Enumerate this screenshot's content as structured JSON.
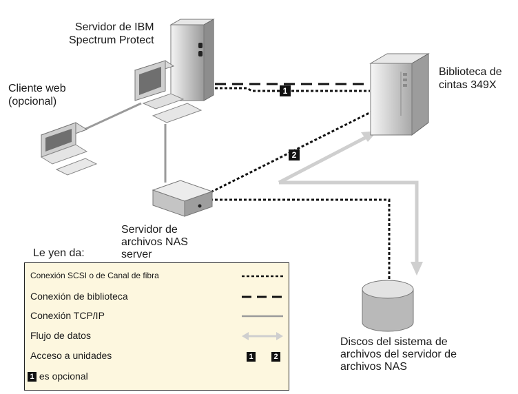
{
  "labels": {
    "server": [
      "Servidor de IBM",
      "Spectrum Protect"
    ],
    "web_client": [
      "Cliente web",
      "(opcional)"
    ],
    "library": [
      "Biblioteca de",
      "cintas 349X"
    ],
    "nas_server": [
      "Servidor de",
      "archivos NAS",
      "server"
    ],
    "disks": [
      "Discos del sistema de",
      "archivos del servidor de",
      "archivos NAS"
    ]
  },
  "badges": {
    "library_connection": "1",
    "drive_access": "2"
  },
  "legend": {
    "title": "Le yen da:",
    "rows": {
      "scsi": "Conexión SCSI o de Canal de fibra",
      "library": "Conexión de biblioteca",
      "tcpip": "Conexión TCP/IP",
      "data_flow": "Flujo de datos",
      "drive_access": "Acceso a unidades",
      "optional_suffix": "es opcional"
    },
    "badge_1": "1",
    "badge_2": "2"
  }
}
